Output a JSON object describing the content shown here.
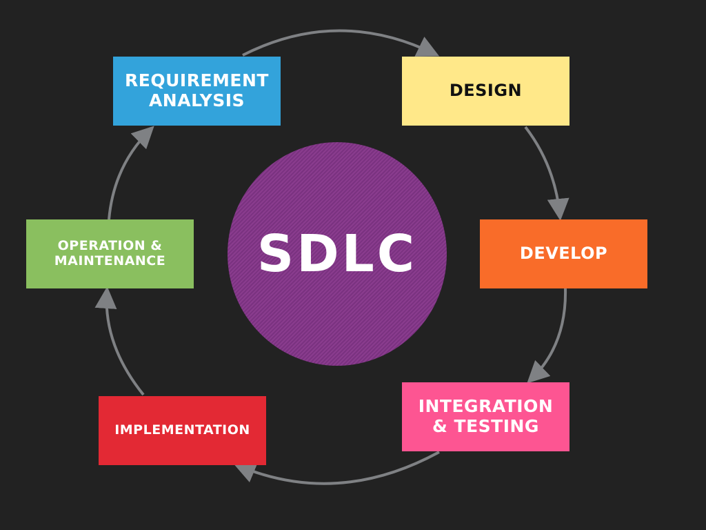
{
  "title": "SDLC",
  "colors": {
    "background": "#222222",
    "arrow": "#7f8184",
    "center_circle": "#863a8b"
  },
  "stages": [
    {
      "id": "requirement",
      "label_line1": "REQUIREMENT",
      "label_line2": "ANALYSIS",
      "color": "#33a3db",
      "text_color": "#ffffff"
    },
    {
      "id": "design",
      "label_line1": "DESIGN",
      "label_line2": "",
      "color": "#ffe889",
      "text_color": "#111111"
    },
    {
      "id": "develop",
      "label_line1": "DEVELOP",
      "label_line2": "",
      "color": "#f96c29",
      "text_color": "#ffffff"
    },
    {
      "id": "integration",
      "label_line1": "INTEGRATION",
      "label_line2": "& TESTING",
      "color": "#fd5592",
      "text_color": "#ffffff"
    },
    {
      "id": "implementation",
      "label_line1": "IMPLEMENTATION",
      "label_line2": "",
      "color": "#e32934",
      "text_color": "#ffffff"
    },
    {
      "id": "operation",
      "label_line1": "OPERATION &",
      "label_line2": "MAINTENANCE",
      "color": "#8abf5f",
      "text_color": "#ffffff"
    }
  ]
}
